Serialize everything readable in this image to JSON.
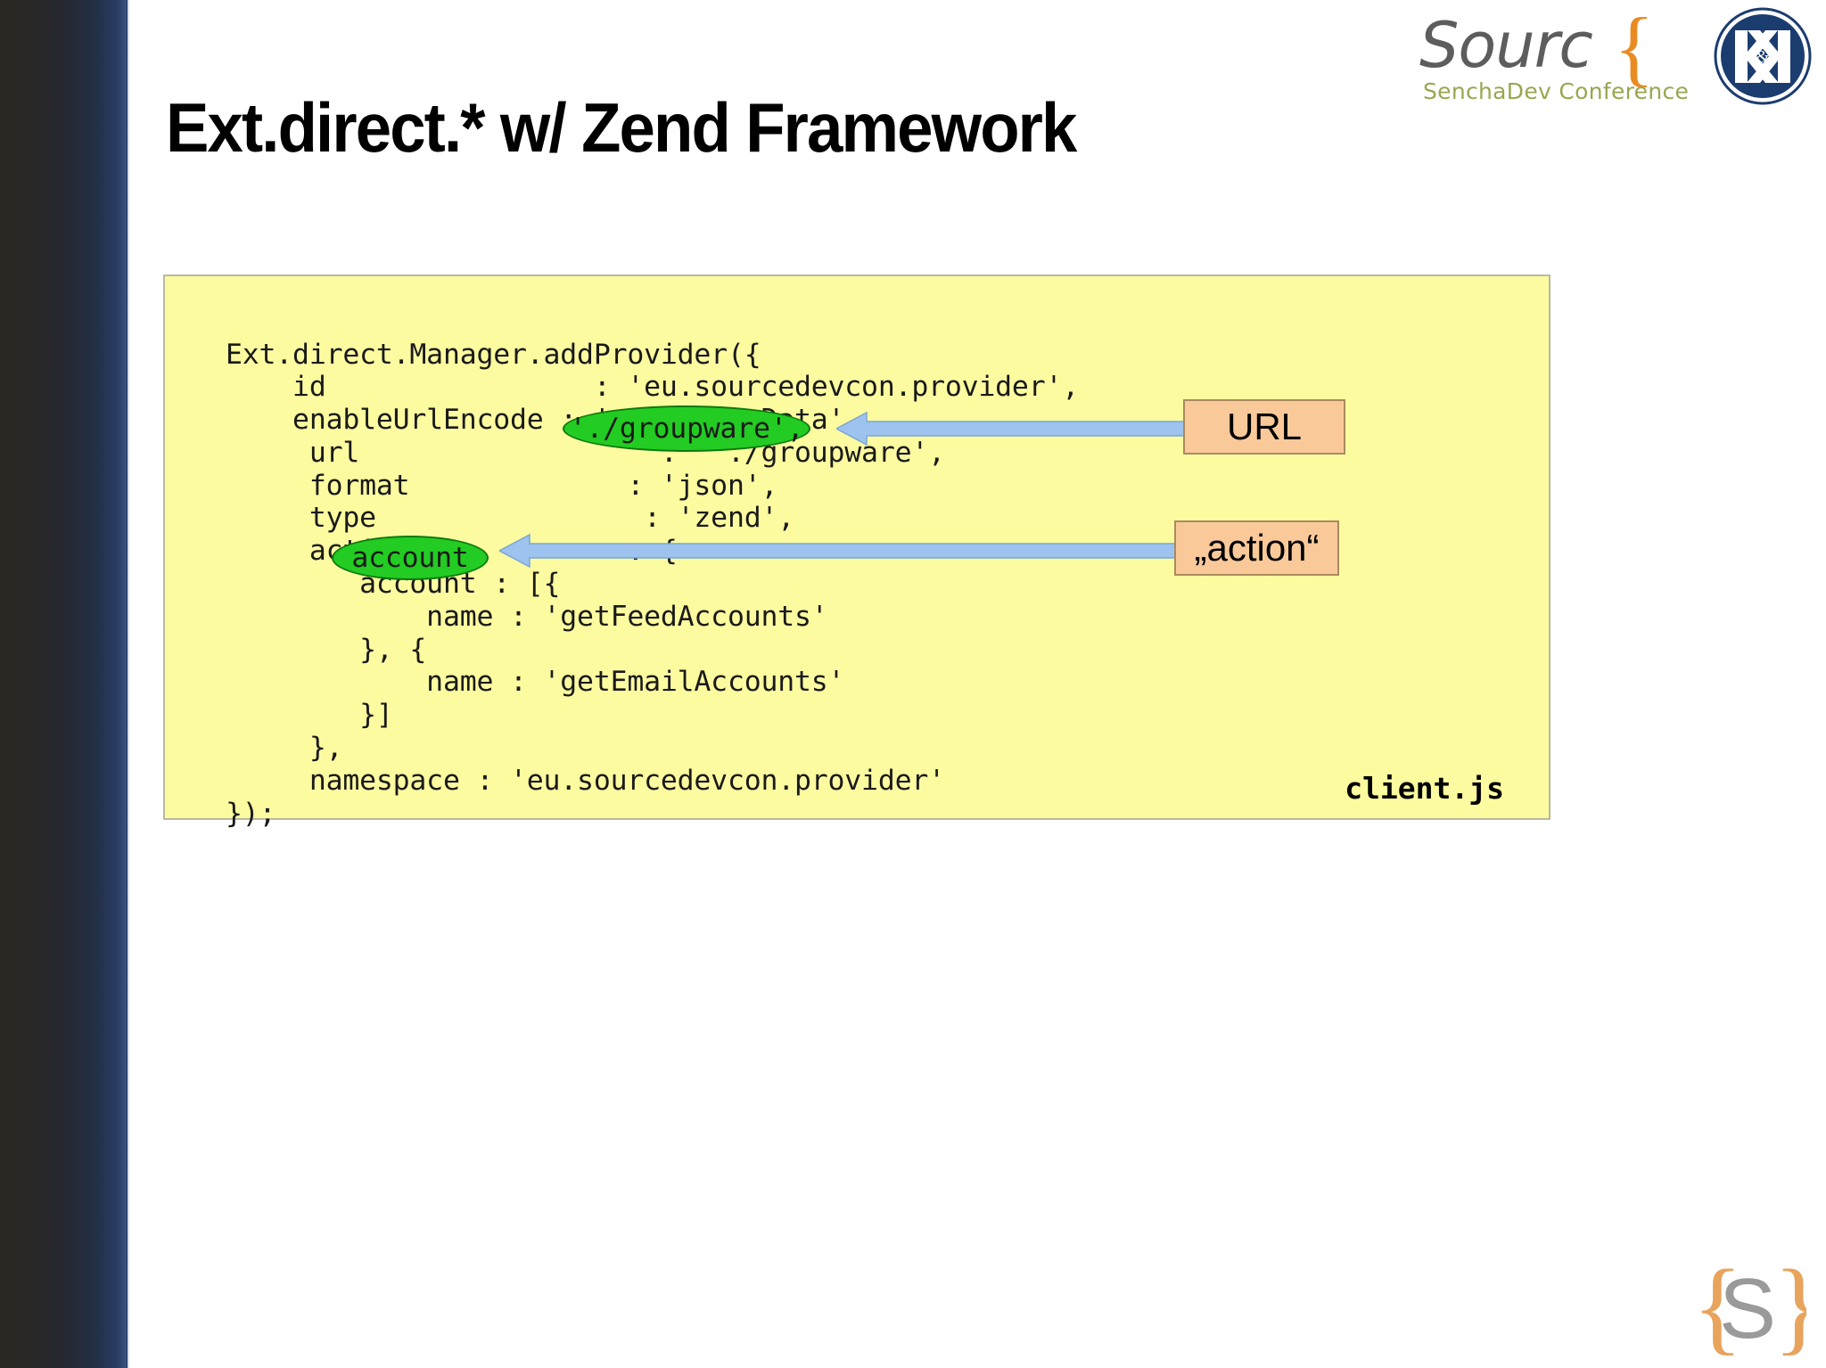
{
  "slide": {
    "title": "Ext.direct.* w/ Zend Framework",
    "background_color": "#ffffff",
    "sidebar_color": "#26293a"
  },
  "logo": {
    "brand_word": "Sourc",
    "brand_brace": "{",
    "tagline": "SenchaDev Conference",
    "brand_word_color": "#5d5d5d",
    "brace_color": "#e98b23",
    "tagline_color": "#9aa650",
    "monogram": "K",
    "monogram_ampersand": "&",
    "monogram_color": "#1b3c6e"
  },
  "code_panel": {
    "background_color": "#fdfba0",
    "border_color": "#b9b9a0",
    "file_label": "client.js",
    "code": "Ext.direct.Manager.addProvider({\n    id                : 'eu.sourcedevcon.provider',\n    enableUrlEncode : 'extDirectData',\n     url                  :  './groupware',\n     format             : 'json',\n     type                : 'zend',\n     actions            : {\n        account : [{\n            name : 'getFeedAccounts'\n        }, {\n            name : 'getEmailAccounts'\n        }]\n     },\n     namespace : 'eu.sourcedevcon.provider'\n});",
    "lines": [
      "Ext.direct.Manager.addProvider({",
      "    id                : 'eu.sourcedevcon.provider',",
      "    enableUrlEncode : 'extDirectData',",
      "     url                  : './groupware',",
      "     format             : 'json',",
      "     type                : 'zend',",
      "     actions            : {",
      "        account : [{",
      "            name : 'getFeedAccounts'",
      "        }, {",
      "            name : 'getEmailAccounts'",
      "        }]",
      "     },",
      "     namespace : 'eu.sourcedevcon.provider'",
      "});"
    ]
  },
  "highlights": {
    "url_value": "'./groupware',",
    "action_key": "account",
    "fill_color": "#22cc22",
    "stroke_color": "#0e7a0e"
  },
  "callouts": [
    {
      "label": "URL",
      "fill_color": "#fac99a",
      "border_color": "#a98a5e"
    },
    {
      "label": "„action“",
      "fill_color": "#fac99a",
      "border_color": "#a98a5e"
    }
  ],
  "callout_url": {
    "label": "URL"
  },
  "callout_action": {
    "label": "„action“"
  },
  "arrows": {
    "color": "#9dc3ee",
    "stroke": "#7ba7d4"
  },
  "watermark": {
    "left_brace": "{",
    "letter": "S",
    "right_brace": "}",
    "brace_color": "#e8a45c",
    "letter_color": "#9a9a9a"
  }
}
